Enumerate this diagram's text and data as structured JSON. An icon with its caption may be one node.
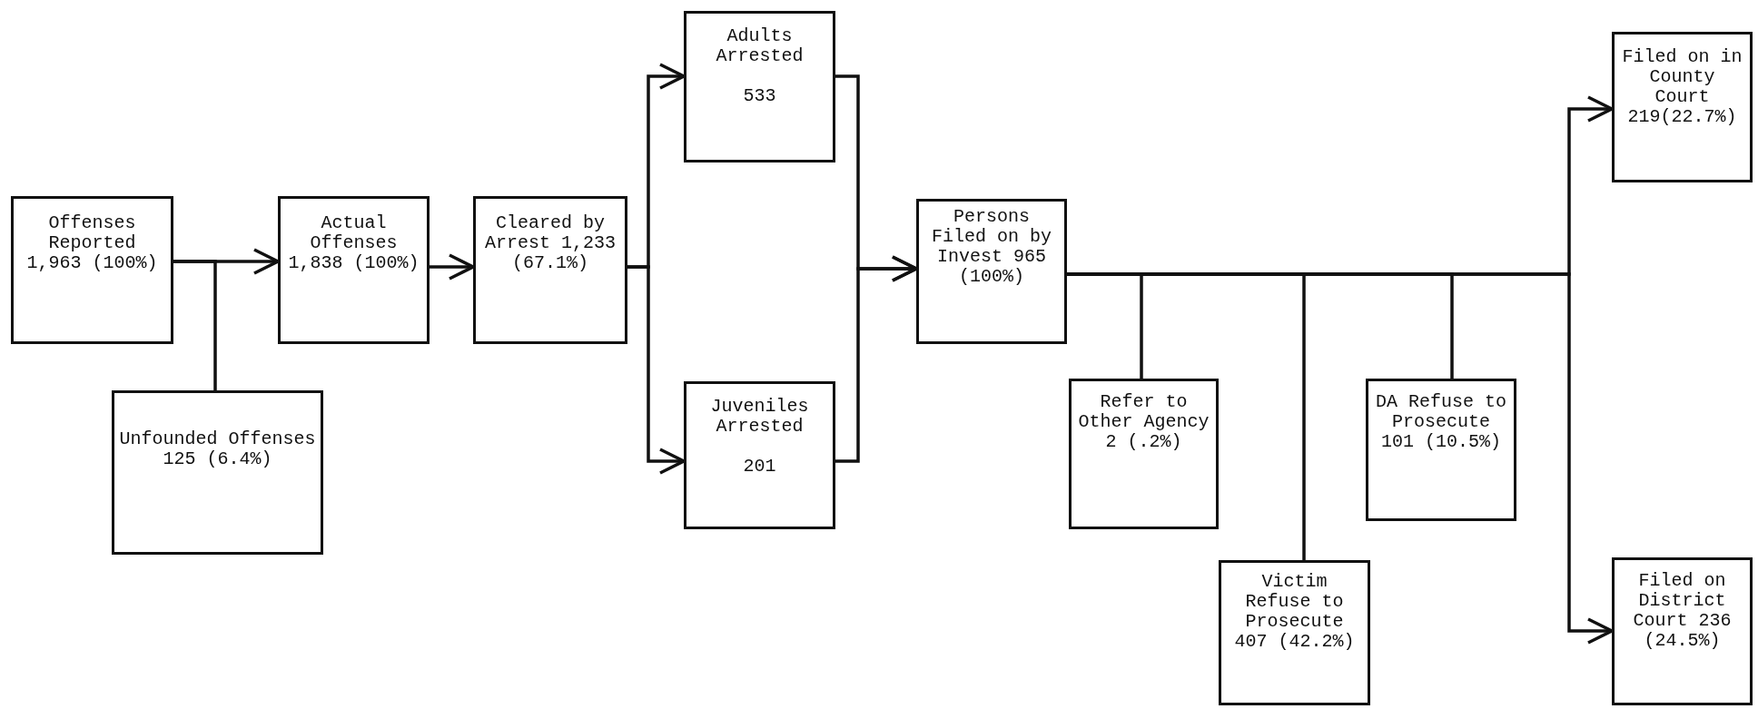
{
  "diagram": {
    "nodes": [
      {
        "text": [
          "Offenses Reported 1,963 (100%)"
        ]
      },
      {
        "text": [
          "Unfounded Offenses 125 (6.4%)"
        ]
      },
      {
        "text": [
          "Actual Offenses 1,838 (100%)"
        ]
      },
      {
        "text": [
          "Cleared by Arrest 1,233 (67.1%)"
        ]
      },
      {
        "text": [
          "Adults Arrested",
          "533"
        ]
      },
      {
        "text": [
          "Juveniles Arrested",
          "201"
        ]
      },
      {
        "text": [
          "Persons Filed on by Invest 965 (100%)"
        ]
      },
      {
        "text": [
          "Refer to Other Agency 2 (.2%)"
        ]
      },
      {
        "text": [
          "Victim Refuse to Prosecute 407 (42.2%)"
        ]
      },
      {
        "text": [
          "DA Refuse to Prosecute 101 (10.5%)"
        ]
      },
      {
        "text": [
          "Filed on in County Court 219(22.7%)"
        ]
      },
      {
        "text": [
          "Filed on District Court 236 (24.5%)"
        ]
      }
    ],
    "edges": [
      {
        "from": 0,
        "to": 2,
        "arrow": "to"
      },
      {
        "from": 0,
        "to": 1,
        "arrow": "none"
      },
      {
        "from": 2,
        "to": 3,
        "arrow": "to"
      },
      {
        "from": 3,
        "to": 4,
        "arrow": "to"
      },
      {
        "from": 3,
        "to": 5,
        "arrow": "to"
      },
      {
        "from": 4,
        "to": 6,
        "arrow": "to"
      },
      {
        "from": 5,
        "to": 6,
        "arrow": "to"
      },
      {
        "from": 6,
        "to": 7,
        "arrow": "none"
      },
      {
        "from": 6,
        "to": 8,
        "arrow": "none"
      },
      {
        "from": 6,
        "to": 9,
        "arrow": "none"
      },
      {
        "from": 6,
        "to": 10,
        "arrow": "to"
      },
      {
        "from": 6,
        "to": 11,
        "arrow": "to"
      }
    ]
  }
}
